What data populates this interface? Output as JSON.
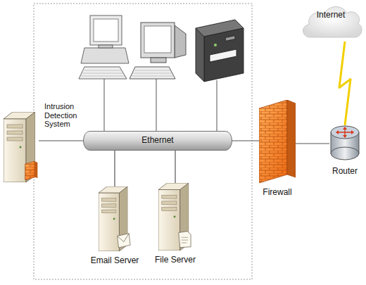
{
  "diagram": {
    "nodes": [
      {
        "text": [
          "Intrusion Detection System"
        ]
      },
      {
        "text": [
          "Ethernet"
        ]
      },
      {
        "text": [
          "Email Server"
        ]
      },
      {
        "text": [
          "File Server"
        ]
      },
      {
        "text": [
          "Firewall"
        ]
      },
      {
        "text": [
          "Router"
        ]
      },
      {
        "text": [
          "Internet"
        ]
      }
    ],
    "edges": [
      {
        "from": 0,
        "to": 1,
        "arrow": "none"
      },
      {
        "from": 1,
        "to": 2,
        "arrow": "none"
      },
      {
        "from": 1,
        "to": 3,
        "arrow": "none"
      },
      {
        "from": 1,
        "to": 4,
        "arrow": "none"
      },
      {
        "from": 4,
        "to": 5,
        "arrow": "none"
      },
      {
        "from": 6,
        "to": 5,
        "arrow": "none"
      }
    ]
  }
}
